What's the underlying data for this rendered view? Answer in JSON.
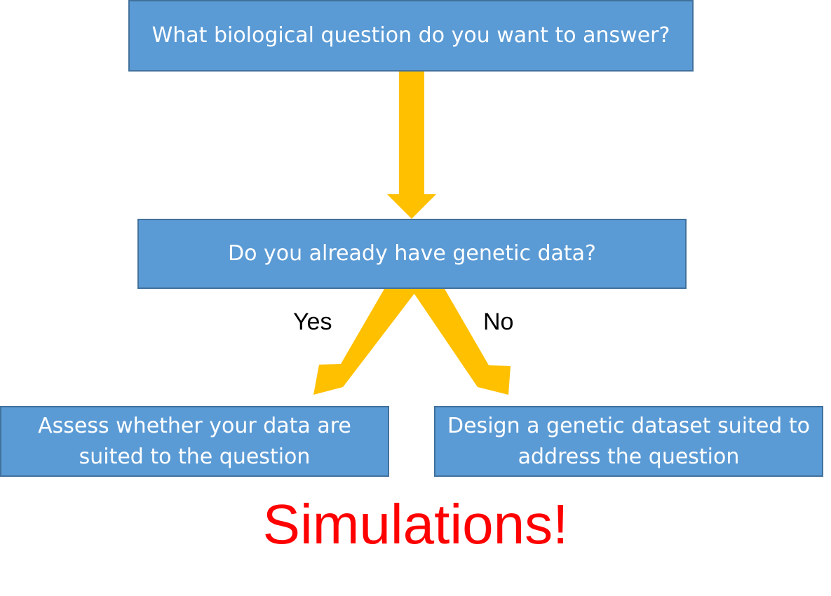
{
  "flowchart": {
    "question": "What biological question do you want to answer?",
    "data_check": "Do you already have genetic data?",
    "yes_label": "Yes",
    "no_label": "No",
    "assess": "Assess whether your data are suited to the question",
    "design": "Design a genetic dataset suited to address the question",
    "conclusion": "Simulations!"
  },
  "colors": {
    "box_fill": "#5b9bd5",
    "box_border": "#41719c",
    "arrow": "#ffc000",
    "conclusion_text": "#ff0000"
  }
}
